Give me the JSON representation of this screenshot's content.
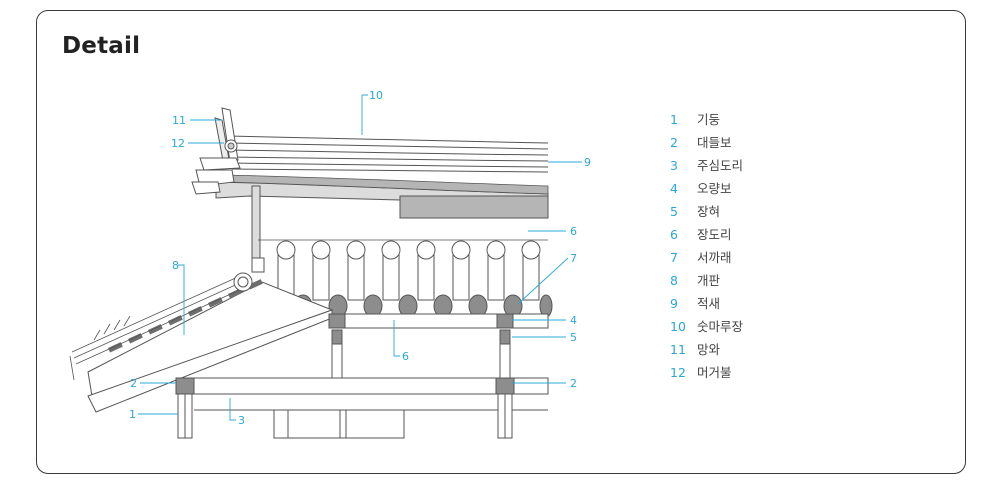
{
  "title": "Detail",
  "colors": {
    "accent": "#29a8d8",
    "line": "#555555",
    "fill_light": "#dcdcdc",
    "fill_mid": "#b5b5b5",
    "fill_dark": "#8d8d8d"
  },
  "callouts": {
    "c1": "1",
    "c2_left": "2",
    "c2_right": "2",
    "c3": "3",
    "c4": "4",
    "c5": "5",
    "c6_top": "6",
    "c6_mid": "6",
    "c7": "7",
    "c8": "8",
    "c9": "9",
    "c10": "10",
    "c11": "11",
    "c12": "12"
  },
  "legend": [
    {
      "num": "1",
      "label": "기둥"
    },
    {
      "num": "2",
      "label": "대들보"
    },
    {
      "num": "3",
      "label": "주심도리"
    },
    {
      "num": "4",
      "label": "오량보"
    },
    {
      "num": "5",
      "label": "장혀"
    },
    {
      "num": "6",
      "label": "장도리"
    },
    {
      "num": "7",
      "label": "서까래"
    },
    {
      "num": "8",
      "label": "개판"
    },
    {
      "num": "9",
      "label": "적새"
    },
    {
      "num": "10",
      "label": "숫마루장"
    },
    {
      "num": "11",
      "label": "망와"
    },
    {
      "num": "12",
      "label": "머거불"
    }
  ]
}
